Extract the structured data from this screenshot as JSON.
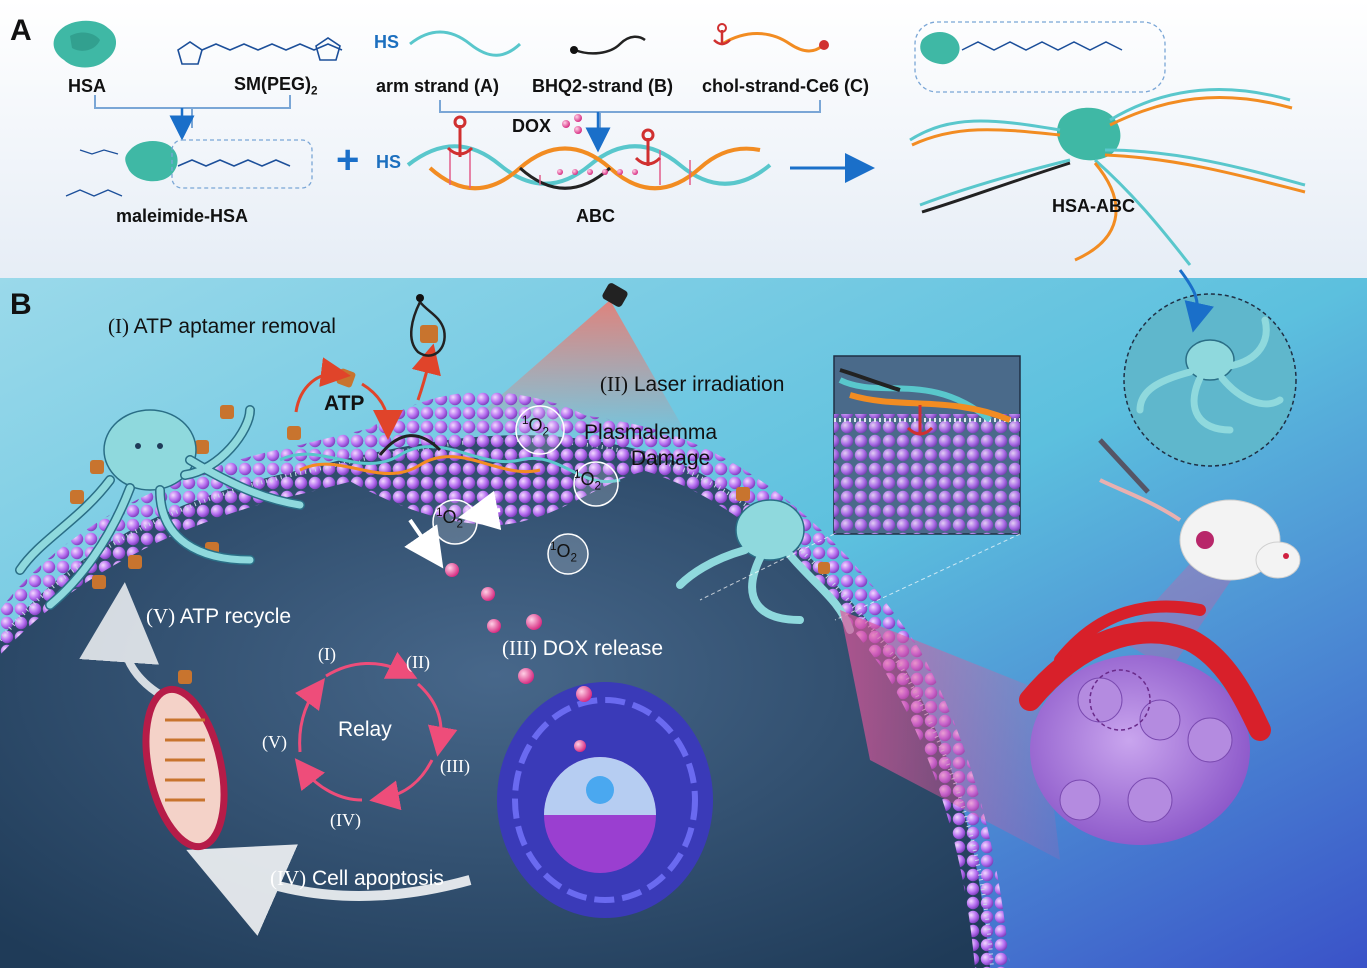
{
  "panel_a": {
    "letter": "A",
    "hsa": "HSA",
    "smpeg": "SM(PEG)",
    "smpeg_sub": "2",
    "arm_strand": "arm strand (A)",
    "bhq2_strand": "BHQ2-strand (B)",
    "chol_strand": "chol-strand-Ce6 (C)",
    "hs": "HS",
    "hs2": "HS",
    "dox": "DOX",
    "plus": "+",
    "maleimide_hsa": "maleimide-HSA",
    "abc": "ABC",
    "hsa_abc": "HSA-ABC"
  },
  "panel_b": {
    "letter": "B",
    "step1_roman": "(I)",
    "step1_text": " ATP aptamer removal",
    "atp": "ATP",
    "step2_roman": "(II)",
    "step2_text": " Laser irradiation",
    "plasmalemma_line1": "Plasmalemma",
    "plasmalemma_line2": "Damage",
    "singlet_sup": "1",
    "singlet_o": "O",
    "singlet_sub": "2",
    "step3_roman": "(III)",
    "step3_text": " DOX release",
    "step5_roman": "(V)",
    "step5_text": " ATP recycle",
    "step4_roman": "(IV)",
    "step4_text": " Cell apoptosis",
    "relay": "Relay",
    "cycle_labels": [
      "(I)",
      "(II)",
      "(III)",
      "(IV)",
      "(V)"
    ]
  },
  "colors": {
    "header_bg": "#eef3f9",
    "membrane": "#b26cf0",
    "cell_interior": "#2a4a6a",
    "outside_bg": "#68c9e0",
    "arrow_blue": "#1a6fc9",
    "relay_pink": "#ee4d7a",
    "dox_pink": "#e8489a",
    "atp_orange": "#c8742e",
    "octopus": "#8fd9dd",
    "tumor": "#a979d8",
    "vessel": "#d8202a"
  }
}
